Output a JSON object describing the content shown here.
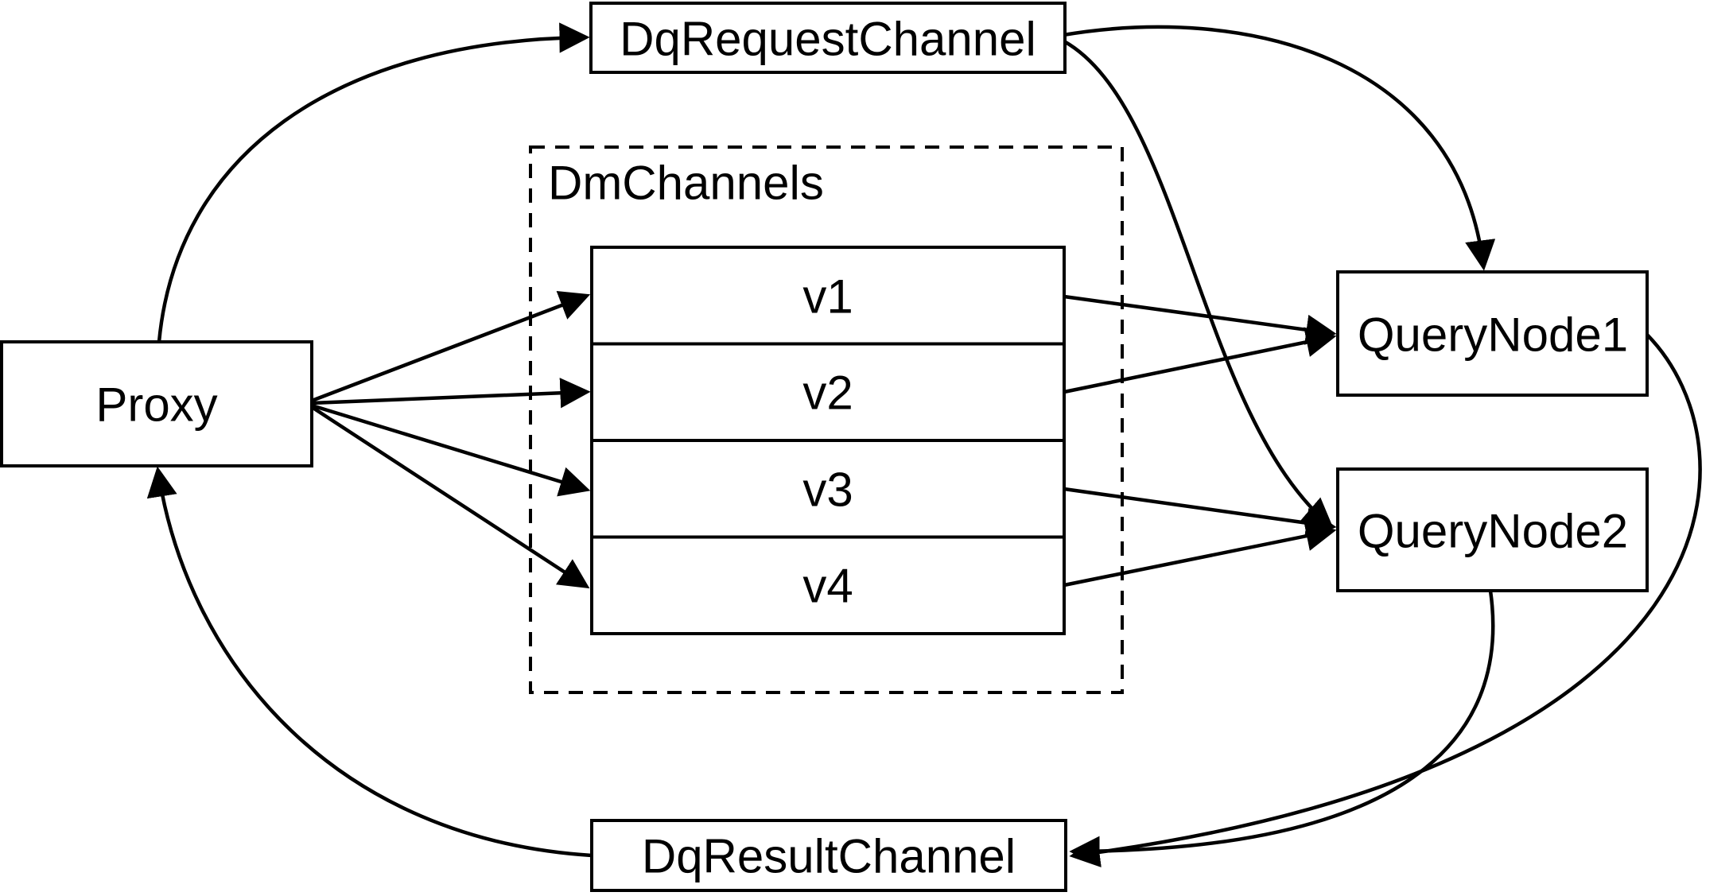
{
  "theme": {
    "background_color": "#ffffff",
    "line_color": "#000000",
    "text_color": "#000000"
  },
  "nodes": {
    "dq_request_channel": {
      "label": "DqRequestChannel"
    },
    "dm_channels_group": {
      "label": "DmChannels"
    },
    "proxy": {
      "label": "Proxy"
    },
    "v1": {
      "label": "v1"
    },
    "v2": {
      "label": "v2"
    },
    "v3": {
      "label": "v3"
    },
    "v4": {
      "label": "v4"
    },
    "query_node1": {
      "label": "QueryNode1"
    },
    "query_node2": {
      "label": "QueryNode2"
    },
    "dq_result_channel": {
      "label": "DqResultChannel"
    }
  },
  "edges": [
    {
      "from": "Proxy",
      "to": "DqRequestChannel"
    },
    {
      "from": "Proxy",
      "to": "v1"
    },
    {
      "from": "Proxy",
      "to": "v2"
    },
    {
      "from": "Proxy",
      "to": "v3"
    },
    {
      "from": "Proxy",
      "to": "v4"
    },
    {
      "from": "v1",
      "to": "QueryNode1"
    },
    {
      "from": "v2",
      "to": "QueryNode1"
    },
    {
      "from": "v3",
      "to": "QueryNode2"
    },
    {
      "from": "v4",
      "to": "QueryNode2"
    },
    {
      "from": "DqRequestChannel",
      "to": "QueryNode1"
    },
    {
      "from": "DqRequestChannel",
      "to": "QueryNode2"
    },
    {
      "from": "QueryNode1",
      "to": "DqResultChannel"
    },
    {
      "from": "QueryNode2",
      "to": "DqResultChannel"
    },
    {
      "from": "DqResultChannel",
      "to": "Proxy"
    }
  ]
}
